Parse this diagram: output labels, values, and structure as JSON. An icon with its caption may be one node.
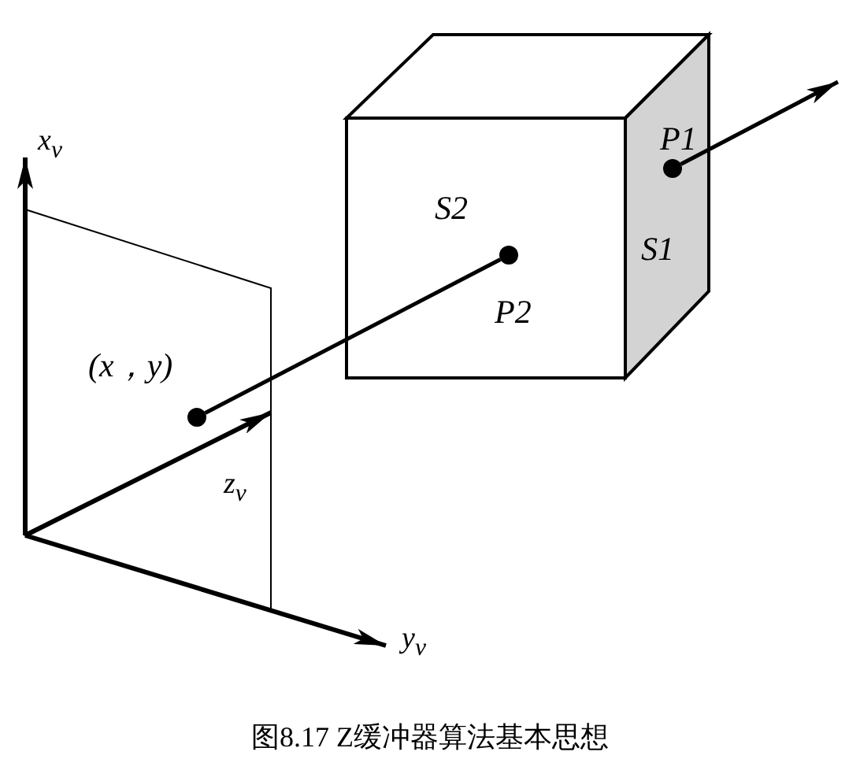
{
  "diagram": {
    "caption": "图8.17 Z缓冲器算法基本思想",
    "nodes": [
      {
        "text": [],
        "shape": "box"
      },
      {
        "text": [],
        "shape": "circle",
        "in": 0,
        "beside": [
          "(x，y)"
        ]
      },
      {
        "text": [],
        "shape": "box"
      },
      {
        "text": [
          "S2"
        ]
      },
      {
        "text": [],
        "shape": "circle",
        "in": 3,
        "beside": [
          "P2"
        ]
      },
      {
        "text": [
          "S1"
        ]
      },
      {
        "text": [],
        "shape": "circle",
        "in": 5,
        "beside": [
          "P1"
        ]
      }
    ],
    "edges": [
      {
        "from": 1,
        "to": 4,
        "arrow": "none"
      },
      {
        "from": 6,
        "to": null,
        "arrow": "to"
      }
    ],
    "labels": [
      "x$_{v}$",
      "z$_{v}$",
      "y$_{v}$"
    ]
  }
}
